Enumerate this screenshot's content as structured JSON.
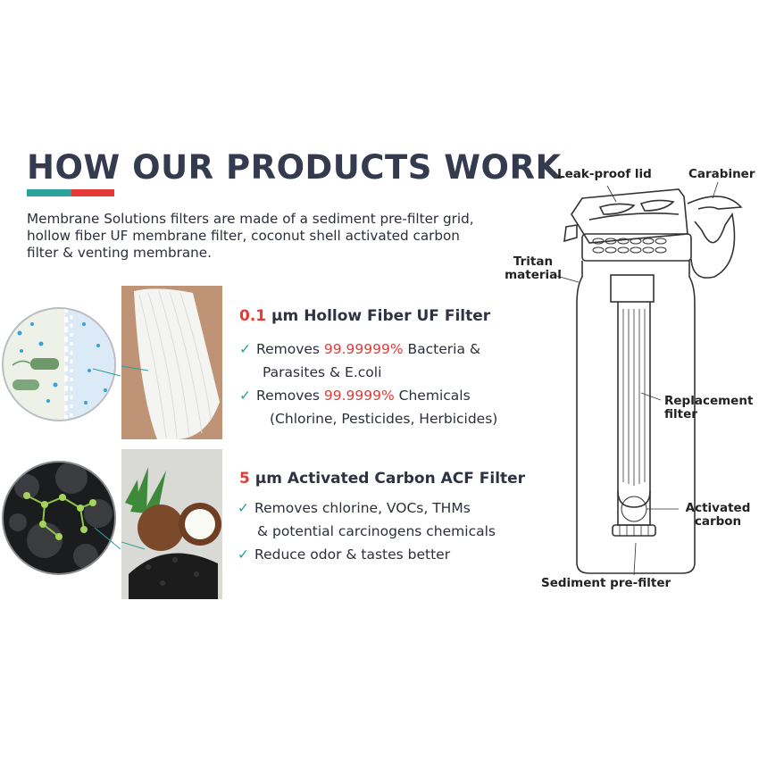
{
  "header": {
    "title": "HOW OUR PRODUCTS WORK",
    "accent_colors": [
      "#2aa39a",
      "#e53935"
    ]
  },
  "intro": "Membrane Solutions filters are made of a sediment pre-filter grid, hollow fiber UF membrane filter, coconut shell activated carbon filter & venting membrane.",
  "filters": [
    {
      "size": "0.1",
      "name": "µm Hollow Fiber UF Filter",
      "features": [
        {
          "pre": "Removes ",
          "highlight": "99.99999%",
          "post": " Bacteria &",
          "line2": "Parasites & E.coli"
        },
        {
          "pre": "Removes ",
          "highlight": "99.9999%",
          "post": " Chemicals",
          "line2": "(Chlorine, Pesticides, Herbicides)"
        }
      ]
    },
    {
      "size": "5",
      "name": "µm Activated Carbon ACF Filter",
      "features": [
        {
          "pre": "Removes chlorine, VOCs, THMs",
          "highlight": "",
          "post": "",
          "line2": "& potential carcinogens chemicals"
        },
        {
          "pre": "Reduce odor & tastes better",
          "highlight": "",
          "post": "",
          "line2": ""
        }
      ]
    }
  ],
  "diagram": {
    "labels": {
      "lid": "Leak-proof lid",
      "carabiner": "Carabiner",
      "tritan": "Tritan material",
      "replacement": "Replacement filter",
      "activated": "Activated carbon",
      "sediment": "Sediment pre-filter"
    }
  },
  "icons": {
    "check": "check-icon"
  }
}
